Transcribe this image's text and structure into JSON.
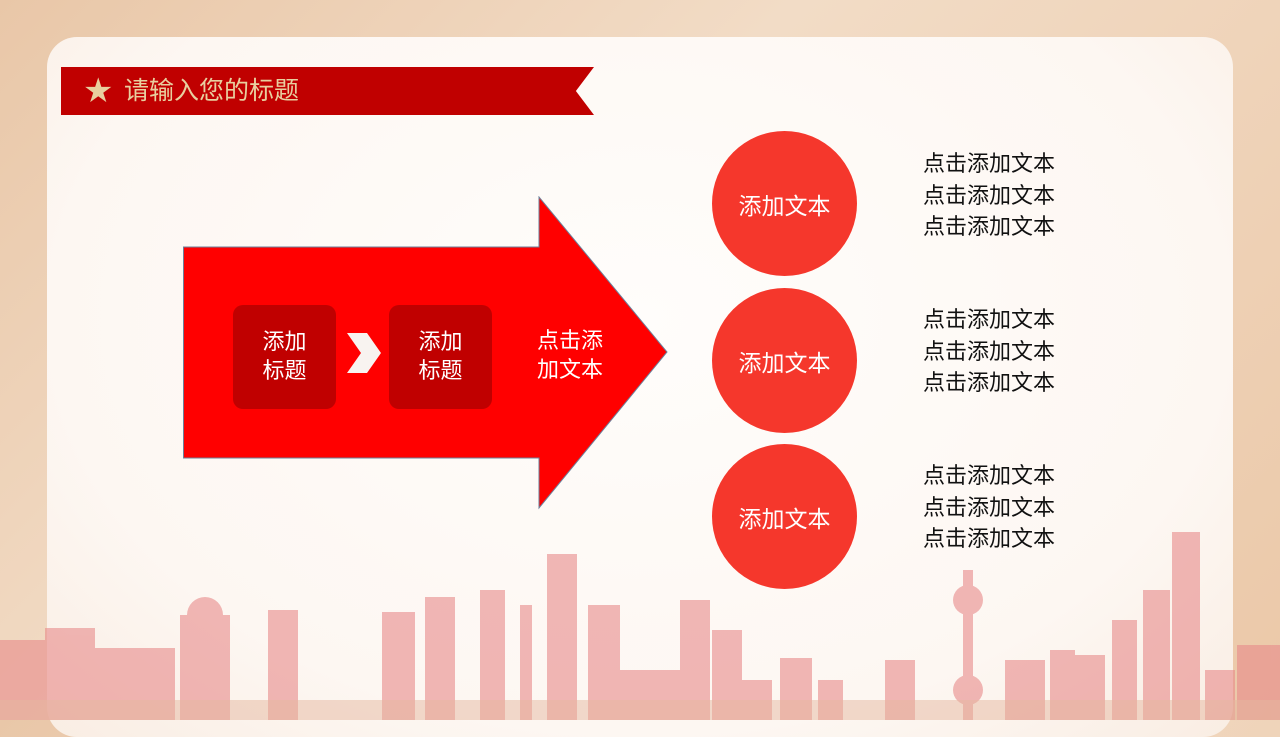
{
  "header": {
    "title": "请输入您的标题",
    "icon": "star-icon"
  },
  "arrow": {
    "steps": [
      {
        "label": "添加\n标题"
      },
      {
        "label": "添加\n标题"
      }
    ],
    "text": "点击添\n加文本"
  },
  "items": [
    {
      "circle": "添加文本",
      "lines": [
        "点击添加文本",
        "点击添加文本",
        "点击添加文本"
      ]
    },
    {
      "circle": "添加文本",
      "lines": [
        "点击添加文本",
        "点击添加文本",
        "点击添加文本"
      ]
    },
    {
      "circle": "添加文本",
      "lines": [
        "点击添加文本",
        "点击添加文本",
        "点击添加文本"
      ]
    }
  ],
  "colors": {
    "banner": "#c00000",
    "arrow": "#ff0000",
    "circle": "#f5372c",
    "gold": "#e8cf9f"
  }
}
